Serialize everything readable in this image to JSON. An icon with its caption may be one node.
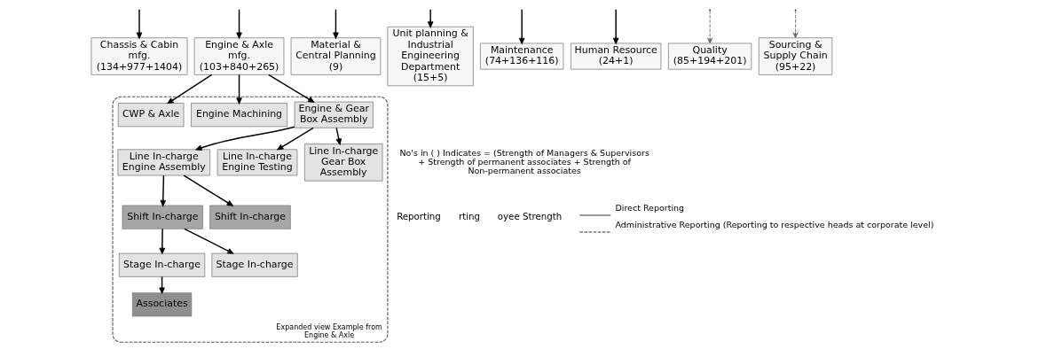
{
  "diagram": {
    "nodes": [
      {
        "text": [
          "Chassis & Cabin mfg.",
          "(134+977+1404)"
        ]
      },
      {
        "text": [
          "Engine & Axle mfg.",
          "(103+840+265)"
        ]
      },
      {
        "text": [
          "Material & Central Planning",
          "(9)"
        ]
      },
      {
        "text": [
          "Unit planning & Industrial Engineering Department",
          "(15+5)"
        ]
      },
      {
        "text": [
          "Maintenance",
          "(74+136+116)"
        ]
      },
      {
        "text": [
          "Human Resource",
          "(24+1)"
        ]
      },
      {
        "text": [
          "Quality",
          "(85+194+201)"
        ]
      },
      {
        "text": [
          "Sourcing & Supply Chain (95+22)"
        ]
      },
      {
        "text": [
          "Expanded view Example from Engine & Axle"
        ]
      },
      {
        "text": [
          "Engine & Gear Box Assembly"
        ],
        "in": 8
      },
      {
        "text": [
          "Engine Machining"
        ],
        "in": 8
      },
      {
        "text": [
          "CWP & Axle"
        ],
        "in": 8
      },
      {
        "text": [
          "Line In-charge Engine Assembly"
        ],
        "in": 8
      },
      {
        "text": [
          "Line In-charge Engine Testing"
        ],
        "in": 8
      },
      {
        "text": [
          "Line In-charge Gear Box Assembly"
        ],
        "in": 8
      },
      {
        "text": [
          "Shift In-charge"
        ],
        "in": 8
      },
      {
        "text": [
          "Shift In-charge"
        ],
        "in": 8
      },
      {
        "text": [
          "Stage In-charge"
        ],
        "in": 8
      },
      {
        "text": [
          "Stage In-charge"
        ],
        "in": 8
      },
      {
        "text": [
          "Associates"
        ],
        "in": 8
      }
    ],
    "edges": [
      {
        "from": null,
        "to": 0,
        "arrow": "to"
      },
      {
        "from": null,
        "to": 1,
        "arrow": "to"
      },
      {
        "from": null,
        "to": 2,
        "arrow": "to"
      },
      {
        "from": null,
        "to": 3,
        "arrow": "to"
      },
      {
        "from": null,
        "to": 4,
        "arrow": "to"
      },
      {
        "from": null,
        "to": 5,
        "arrow": "to"
      },
      {
        "from": null,
        "to": 6,
        "arrow": "to",
        "style": "dashed",
        "color": "#666666"
      },
      {
        "from": null,
        "to": 7,
        "arrow": "to",
        "style": "dashed",
        "color": "#666666"
      },
      {
        "from": 1,
        "to": 9,
        "arrow": "to"
      },
      {
        "from": 1,
        "to": 10,
        "arrow": "to"
      },
      {
        "from": 1,
        "to": 11,
        "arrow": "to"
      },
      {
        "from": 9,
        "to": 12,
        "arrow": "to"
      },
      {
        "from": 9,
        "to": 13,
        "arrow": "to"
      },
      {
        "from": 9,
        "to": 14,
        "arrow": "to"
      },
      {
        "from": 12,
        "to": 15,
        "arrow": "to"
      },
      {
        "from": 12,
        "to": 16,
        "arrow": "to"
      },
      {
        "from": 15,
        "to": 17,
        "arrow": "to"
      },
      {
        "from": 15,
        "to": 18,
        "arrow": "to"
      },
      {
        "from": 17,
        "to": 19,
        "arrow": "to"
      }
    ],
    "labels": [
      "No's in ( ) Indicates = (Strength of Managers & Supervisors + Strength of permanent associates + Strength of Non-permanent associates",
      "Reporting",
      "rting",
      "oyee Strength"
    ],
    "legend": [
      {
        "text": "Direct Reporting"
      },
      {
        "text": "Administrative Reporting (Reporting to respective heads at corporate level)"
      }
    ]
  }
}
